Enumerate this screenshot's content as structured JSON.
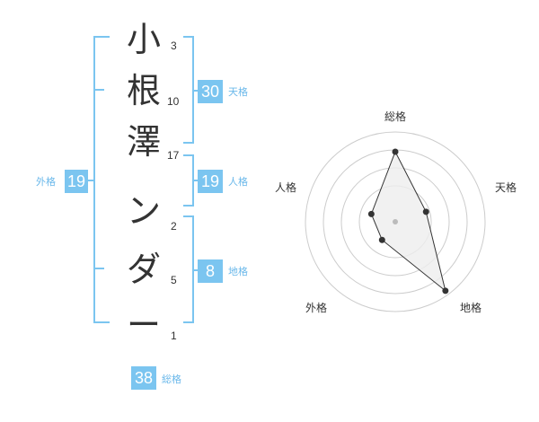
{
  "name": {
    "chars": [
      "小",
      "根",
      "澤",
      "ン",
      "ダ",
      "ー"
    ],
    "strokes": [
      "3",
      "10",
      "17",
      "2",
      "5",
      "1"
    ]
  },
  "fortune": {
    "tenkaku": {
      "value": "30",
      "label": "天格"
    },
    "jinkaku": {
      "value": "19",
      "label": "人格"
    },
    "chikaku": {
      "value": "8",
      "label": "地格"
    },
    "gaikaku": {
      "value": "19",
      "label": "外格"
    },
    "soukaku": {
      "value": "38",
      "label": "総格"
    }
  },
  "radar": {
    "labels": [
      "総格",
      "天格",
      "地格",
      "外格",
      "人格"
    ],
    "values": [
      0.78,
      0.36,
      0.95,
      0.25,
      0.28
    ],
    "colors": {
      "fill": "#eeeeee",
      "line": "#333333",
      "grid": "#cccccc",
      "center": "#bbbbbb"
    }
  },
  "colors": {
    "accent": "#7bc5f0",
    "accent_text": "#6ab8ea"
  }
}
